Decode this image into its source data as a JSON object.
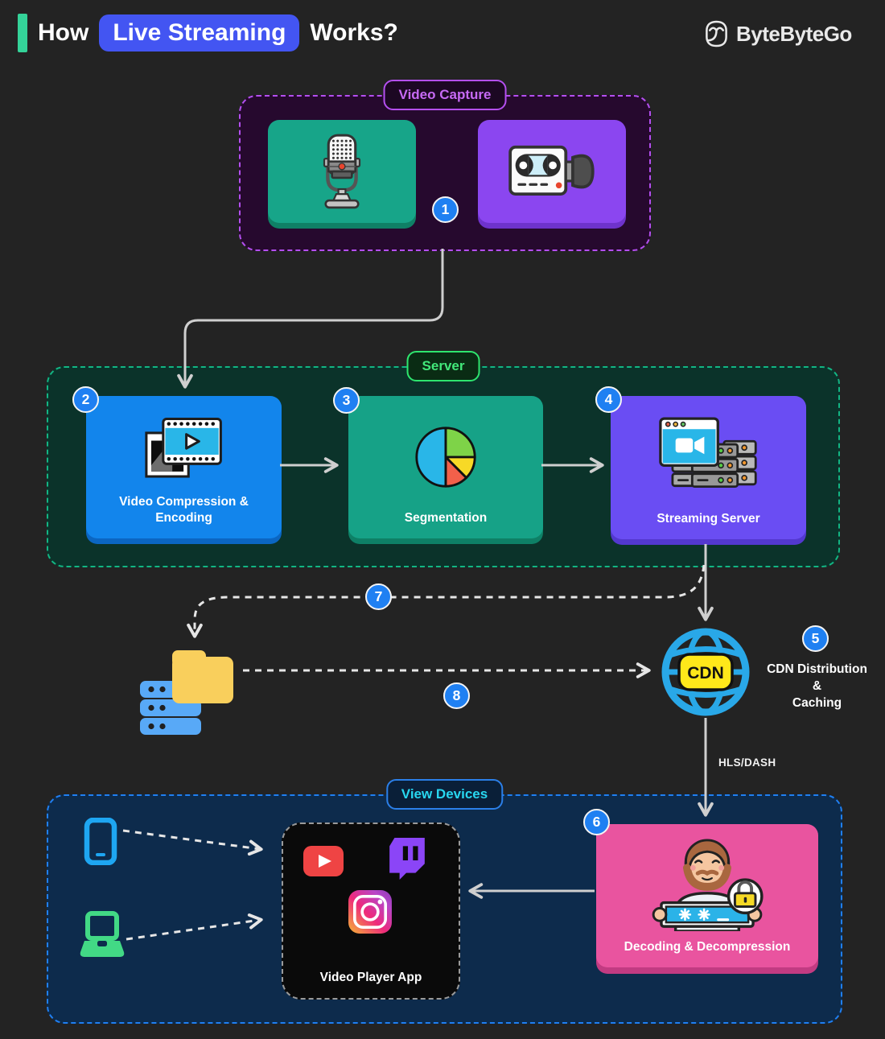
{
  "header": {
    "title_prefix": "How",
    "title_highlight": "Live Streaming",
    "title_suffix": "Works?",
    "brand": "ByteByteGo"
  },
  "sections": {
    "video_capture": {
      "label": "Video Capture"
    },
    "server": {
      "label": "Server"
    },
    "view_devices": {
      "label": "View Devices"
    }
  },
  "nodes": {
    "compression": {
      "label": "Video Compression & Encoding"
    },
    "segmentation": {
      "label": "Segmentation"
    },
    "streaming_server": {
      "label": "Streaming Server"
    },
    "decoding": {
      "label": "Decoding & Decompression"
    },
    "video_player": {
      "label": "Video Player App"
    },
    "cdn": {
      "globe_label": "CDN",
      "caption_line1": "CDN Distribution",
      "caption_line2": "&",
      "caption_line3": "Caching"
    }
  },
  "steps": {
    "capture": "1",
    "compression": "2",
    "segmentation": "3",
    "streaming": "4",
    "cdn": "5",
    "decoding": "6",
    "to_storage": "7",
    "storage_to_cdn": "8"
  },
  "labels": {
    "protocol": "HLS/DASH"
  },
  "colors": {
    "background": "#232323",
    "accent_green": "#34d399",
    "title_highlight_bg": "#4355f2",
    "capture_bg": "#26092e",
    "capture_border": "#b44ff0",
    "server_bg": "#0b332a",
    "server_border": "#12b583",
    "server_label": "#42e87a",
    "devices_bg": "#0d2b4c",
    "devices_border": "#1f7ff2",
    "devices_label": "#28d7f0",
    "mic_tile": "#17a589",
    "camera_tile": "#8b46f0",
    "compression_box": "#1285ec",
    "segmentation_box": "#16a287",
    "streaming_box": "#6a4df3",
    "decoding_box": "#e9549f",
    "badge": "#1f80f2",
    "cdn_globe": "#29a8e8",
    "cdn_pill": "#ffe81a",
    "storage_blue": "#58a9f7",
    "folder_yellow": "#f9cf5c"
  }
}
